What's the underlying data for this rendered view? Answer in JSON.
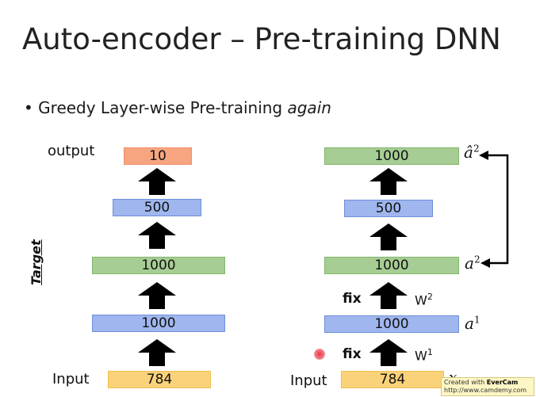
{
  "slide": {
    "title": "Auto-encoder – Pre-training DNN",
    "bullet_text": "Greedy Layer-wise Pre-training",
    "bullet_em": "again"
  },
  "left_stack": {
    "output_label": "output",
    "input_label": "Input",
    "target_label": "Target",
    "layers": {
      "output": "10",
      "h3": "500",
      "h2": "1000",
      "h1": "1000",
      "input": "784"
    }
  },
  "right_stack": {
    "input_label": "Input",
    "x_label": "x",
    "fix_label": "fix",
    "layers": {
      "recon": "1000",
      "mid": "500",
      "a2_layer": "1000",
      "a1_layer": "1000",
      "input": "784"
    },
    "labels": {
      "a_hat": "â",
      "a2": "a",
      "a1": "a",
      "sup_two": "2",
      "sup_one": "1",
      "w_letter": "W"
    }
  },
  "watermark": {
    "line1": "Created with",
    "brand": "EverCam",
    "line2": "http://www.camdemy.com"
  },
  "colors": {
    "orange": "#f7a581",
    "blue": "#9fb6ee",
    "green": "#a6cd93",
    "yellow": "#fad27a"
  }
}
